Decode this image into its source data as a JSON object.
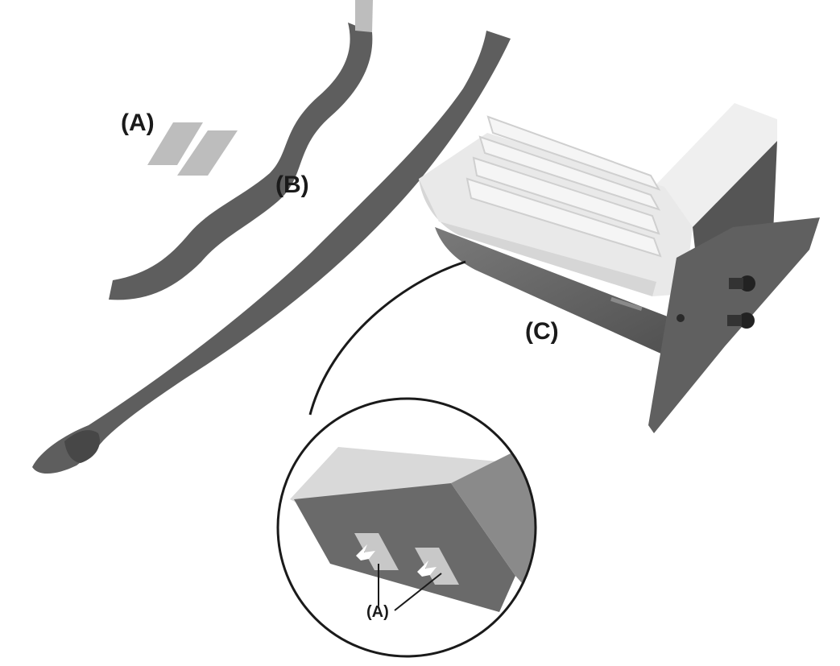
{
  "labels": {
    "a_top": "(A)",
    "b": "(B)",
    "c": "(C)",
    "a_inset": "(A)"
  },
  "colors": {
    "strap": "#5e5e5e",
    "strap_dark": "#474747",
    "foam": "#efefef",
    "foam_shade": "#d6d6d6",
    "metal": "#6a6a6a",
    "metal_dark": "#505050",
    "pad": "#bdbdbd",
    "arrow": "#ffffff",
    "line": "#1a1a1a"
  },
  "icons": {
    "pads": "adhesive-pad-icon",
    "arrows": "pointer-arrow-icon"
  }
}
